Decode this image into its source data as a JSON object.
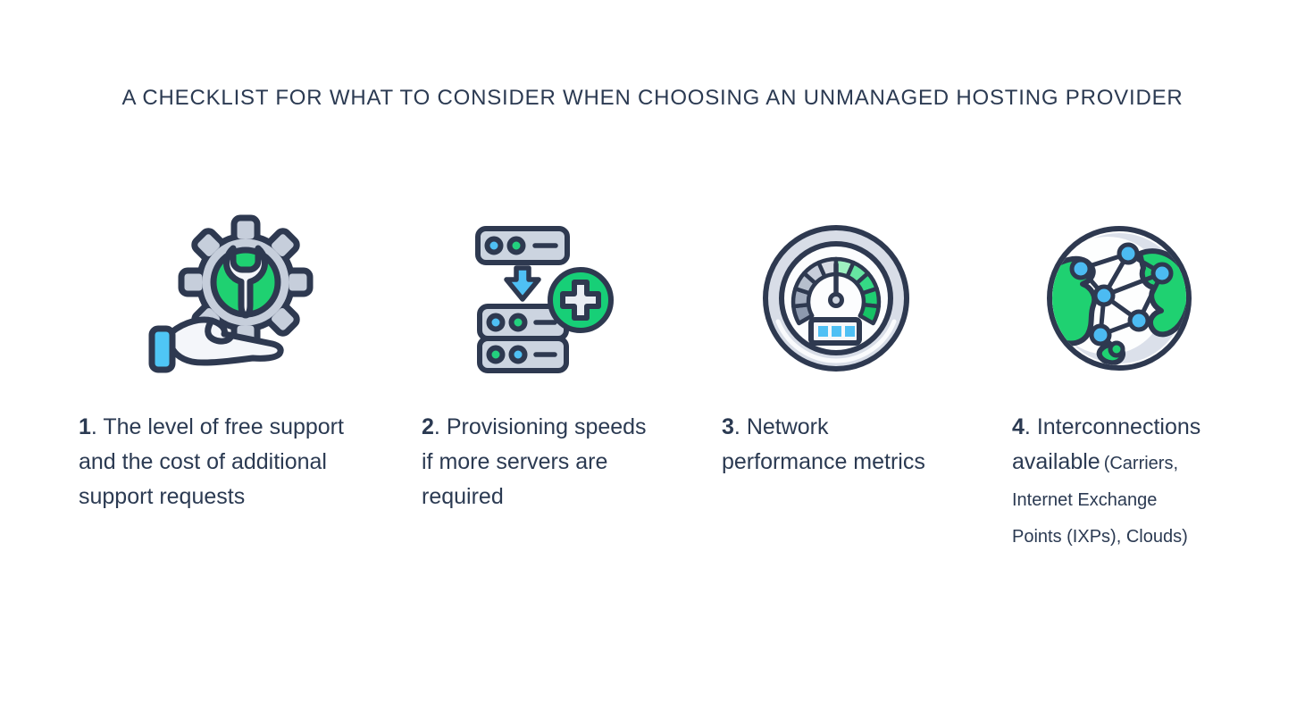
{
  "title": "A CHECKLIST FOR WHAT TO CONSIDER WHEN CHOOSING AN UNMANAGED HOSTING PROVIDER",
  "items": [
    {
      "number": "1",
      "separator": ". ",
      "text": "The level of free support and the cost of additional support requests",
      "note": "",
      "icon": "hand-gear-wrench-icon"
    },
    {
      "number": "2",
      "separator": ". ",
      "text": "Provisioning speeds if more servers are required",
      "note": "",
      "icon": "servers-add-icon"
    },
    {
      "number": "3",
      "separator": ". ",
      "text": "Network performance metrics",
      "note": "",
      "icon": "speedometer-icon"
    },
    {
      "number": "4",
      "separator": ". ",
      "text": "Interconnections available",
      "note": "(Carriers, Internet Exchange Points (IXPs), Clouds)",
      "icon": "globe-network-icon"
    }
  ],
  "colors": {
    "text_navy": "#2b3a52",
    "outline_navy": "#2e3950",
    "green": "#1fd171",
    "green_dark": "#17cf77",
    "green_light": "#9ef0c0",
    "blue": "#4fc0f4",
    "gray_fill": "#c9d1dd",
    "gray_light": "#d8dde7",
    "white_fill": "#f4f6fa"
  }
}
